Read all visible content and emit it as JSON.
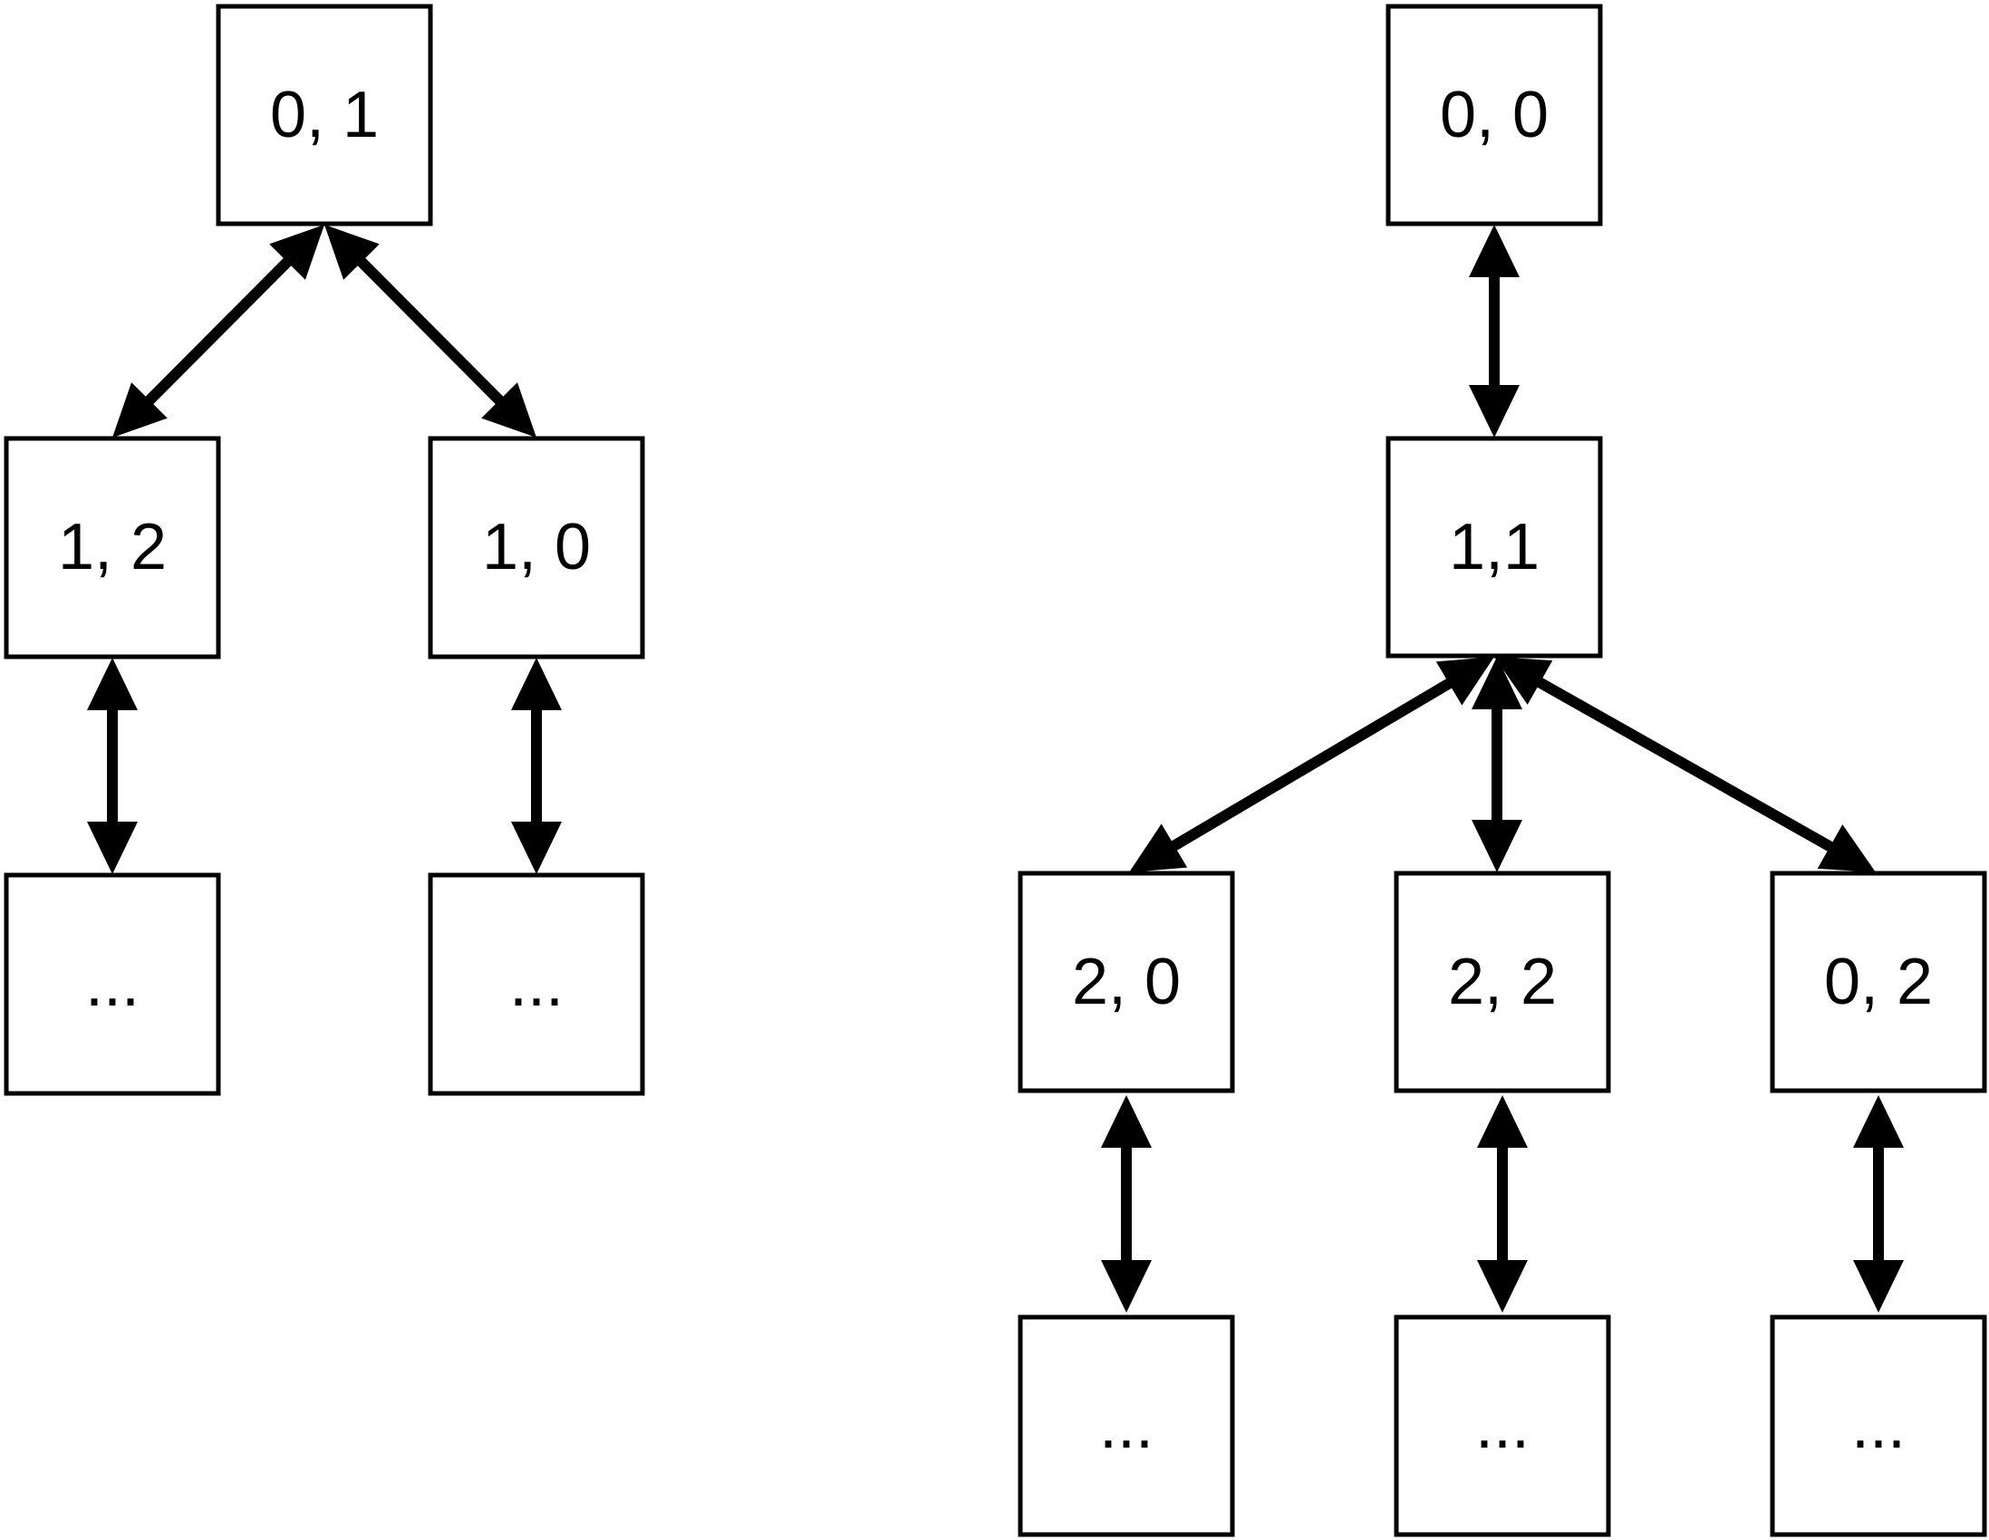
{
  "diagram": {
    "left_tree": {
      "root": {
        "label": "0, 1"
      },
      "child_a": {
        "label": "1, 2"
      },
      "child_b": {
        "label": "1, 0"
      },
      "leaf_a": {
        "label": "..."
      },
      "leaf_b": {
        "label": "..."
      }
    },
    "right_tree": {
      "root": {
        "label": "0, 0"
      },
      "mid": {
        "label": "1,1"
      },
      "child_a": {
        "label": "2, 0"
      },
      "child_b": {
        "label": "2, 2"
      },
      "child_c": {
        "label": "0, 2"
      },
      "leaf_a": {
        "label": "..."
      },
      "leaf_b": {
        "label": "..."
      },
      "leaf_c": {
        "label": "..."
      }
    },
    "edge_style": "bidirectional-arrow",
    "colors": {
      "stroke": "#000000",
      "background": "#ffffff"
    }
  }
}
